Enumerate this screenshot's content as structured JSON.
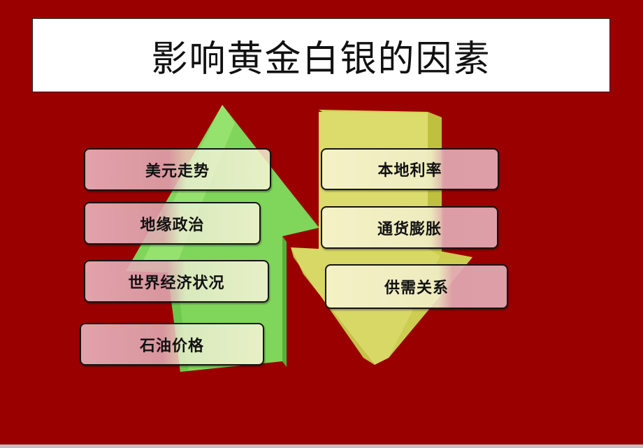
{
  "title": "影响黄金白银的因素",
  "colors": {
    "background": "#9b0000",
    "up_arrow": "#7fd65a",
    "down_arrow": "#d9d96a"
  },
  "icons": {
    "left": "arrow-up-icon",
    "right": "arrow-down-icon"
  },
  "left_factors": [
    {
      "label": "美元走势"
    },
    {
      "label": "地缘政治"
    },
    {
      "label": "世界经济状况"
    },
    {
      "label": "石油价格"
    }
  ],
  "right_factors": [
    {
      "label": "本地利率"
    },
    {
      "label": "通货膨胀"
    },
    {
      "label": "供需关系"
    }
  ]
}
